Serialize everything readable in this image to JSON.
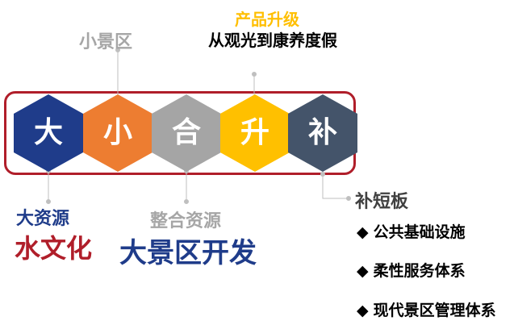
{
  "hexagons": [
    {
      "char": "大",
      "color": "#1f3c8a"
    },
    {
      "char": "小",
      "color": "#ed7d31"
    },
    {
      "char": "合",
      "color": "#a5a5a5"
    },
    {
      "char": "升",
      "color": "#ffc000"
    },
    {
      "char": "补",
      "color": "#44546a"
    }
  ],
  "labels": {
    "xiao_jingqu": "小景区",
    "chanpin_shengji": "产品升级",
    "guanguang_dukai": "从观光到康养度假",
    "da_ziyuan": "大资源",
    "shui_wenhua": "水文化",
    "zhenghe_ziyuan": "整合资源",
    "da_jingqu_kaifa": "大景区开发",
    "bu_duanban": "补短板"
  },
  "bullets": {
    "marker": "◆",
    "items": [
      "公共基础设施",
      "柔性服务体系",
      "现代景区管理体系"
    ]
  },
  "colors": {
    "frame": "#b01e2a",
    "connector": "#bfbfbf"
  }
}
